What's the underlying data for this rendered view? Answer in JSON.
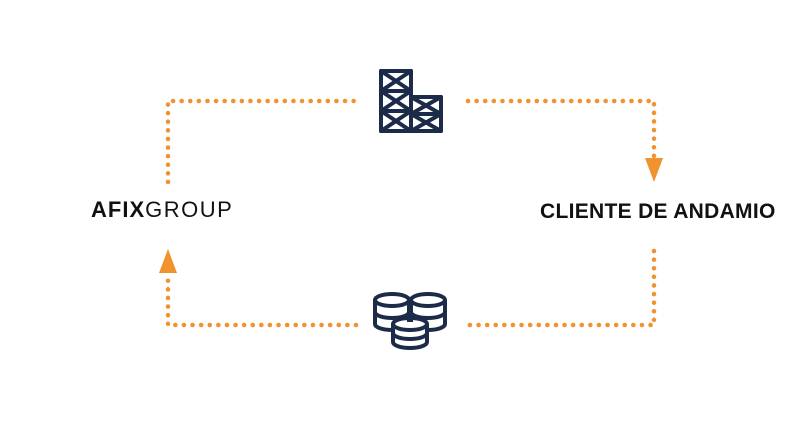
{
  "nodes": {
    "left": {
      "bold": "AFIX",
      "light": "GROUP"
    },
    "right": {
      "label": "CLIENTE DE ANDAMIO"
    }
  },
  "icons": {
    "top": "scaffold-icon",
    "bottom": "coin-stack-icon"
  },
  "colors": {
    "arrow": "#F0922E",
    "icon": "#1C2B4A",
    "text": "#111111",
    "background": "#FFFFFF"
  }
}
